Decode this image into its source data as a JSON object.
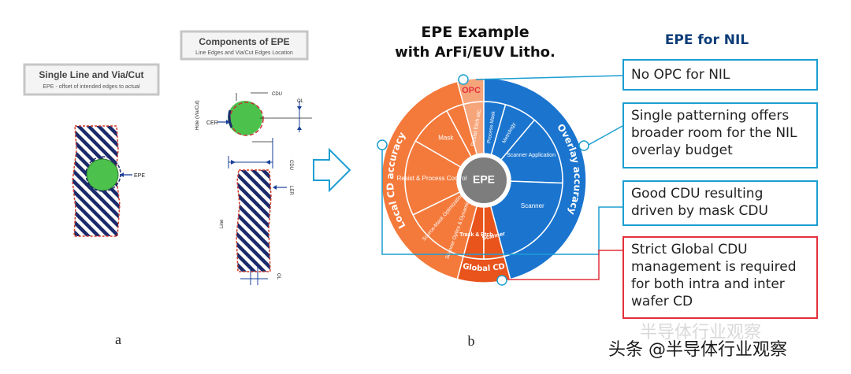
{
  "panel_a": {
    "box1_title": "Single Line and Via/Cut",
    "box1_sub": "EPE - offset of intended edges to actual",
    "box2_title": "Components of EPE",
    "box2_sub": "Line Edges and Via/Cut Edges Location",
    "label_epe": "EPE",
    "label_cdu_top": "CDU",
    "label_ol": "OL",
    "label_cer": "CER",
    "label_hole": "Hole (Via/Cut)",
    "label_cdu_mid": "CDU",
    "label_ler": "LER",
    "label_line": "Line",
    "label_ol_bottom": "OL",
    "caption": "a"
  },
  "panel_b": {
    "title_line1": "EPE Example",
    "title_line2": "with ArFi/EUV Litho.",
    "nil_header": "EPE for NIL",
    "center": "EPE",
    "ring_local": "Local CD accuracy",
    "ring_overlay": "Overlay accuracy",
    "ring_global": "Global CD",
    "ring_opc": "OPC",
    "seg_mask": "Mask",
    "seg_resist_process": "Resist & Process Control",
    "seg_source_mask": "Source-Mask Optimization",
    "seg_scanner_optics": "Scanner Optics & Dynamics",
    "seg_track": "Track & Etch",
    "seg_scanner_orange": "Scanner",
    "seg_resist_etch": "Resist Etch etc.",
    "seg_process_mask": "Process-Mask",
    "seg_metrology": "Metrology",
    "seg_scanner_app": "Scanner Application",
    "seg_scanner_blue": "Scanner",
    "callouts": [
      "No OPC for NIL",
      "Single patterning offers broader room for the NIL overlay budget",
      "Good CDU resulting driven by mask CDU",
      "Strict Global CDU management is required for both intra and inter wafer CD"
    ],
    "caption": "b"
  },
  "watermark": {
    "faint": "半导体行业观察",
    "main": "头条 @半导体行业观察"
  },
  "colors": {
    "orange": "#f47a3c",
    "orange_dark": "#e8541b",
    "blue": "#1b75cf",
    "cyan_border": "#1b9ed1",
    "red_border": "#e3303b",
    "navy": "#0d3d78",
    "green": "#3fbf3f"
  }
}
